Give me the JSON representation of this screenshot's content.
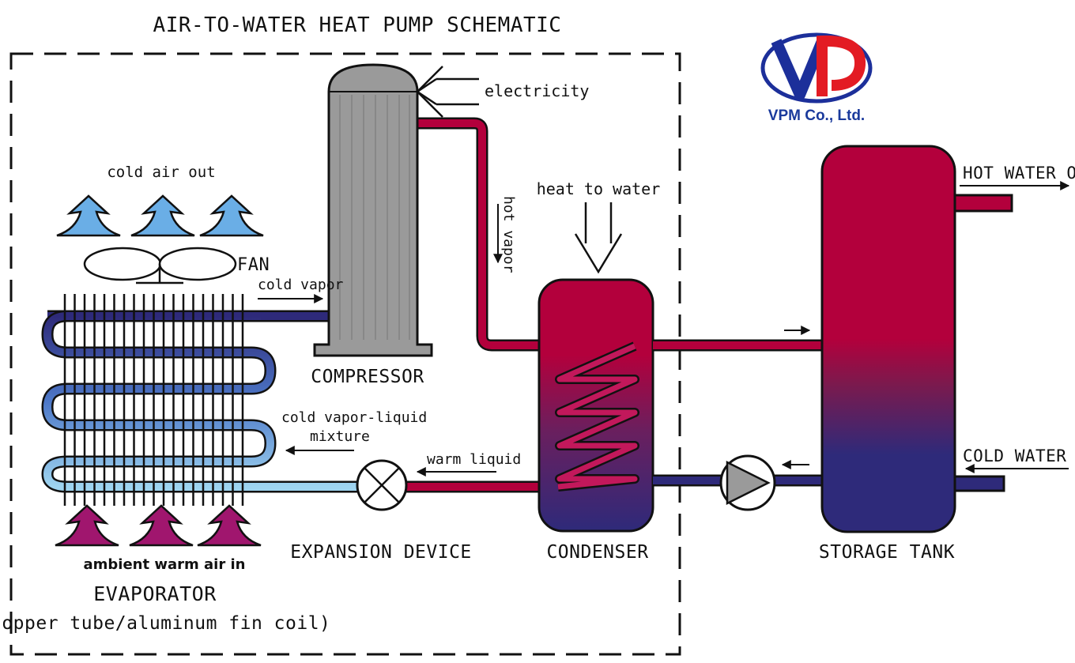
{
  "title": "AIR-TO-WATER HEAT PUMP SCHEMATIC",
  "logo": {
    "text": "VPM Co., Ltd.",
    "blue": "#1c2f9a",
    "red": "#e31b23"
  },
  "labels": {
    "electricity": "electricity",
    "cold_air_out": "cold air out",
    "fan": "FAN",
    "cold_vapor": "cold vapor",
    "compressor": "COMPRESSOR",
    "hot_vapor": "hot vapor",
    "heat_to_water": "heat to water",
    "cold_vapor_liquid_1": "cold vapor-liquid",
    "cold_vapor_liquid_2": "mixture",
    "warm_liquid": "warm liquid",
    "expansion_device": "EXPANSION DEVICE",
    "condenser": "CONDENSER",
    "storage_tank": "STORAGE TANK",
    "ambient_warm_air": "ambient warm air in",
    "evaporator": "EVAPORATOR",
    "evaporator_sub": "(copper tube/aluminum fin coil)",
    "hot_water_out": "HOT WATER OUT",
    "cold_water_in": "COLD WATER IN"
  },
  "colors": {
    "hot": "#b3003c",
    "cold": "#2e2a7a",
    "compressor": "#9a9a9a",
    "coil_light": "#9ed4f0",
    "air_out": "#6aaee6",
    "air_in": "#a0166e"
  }
}
